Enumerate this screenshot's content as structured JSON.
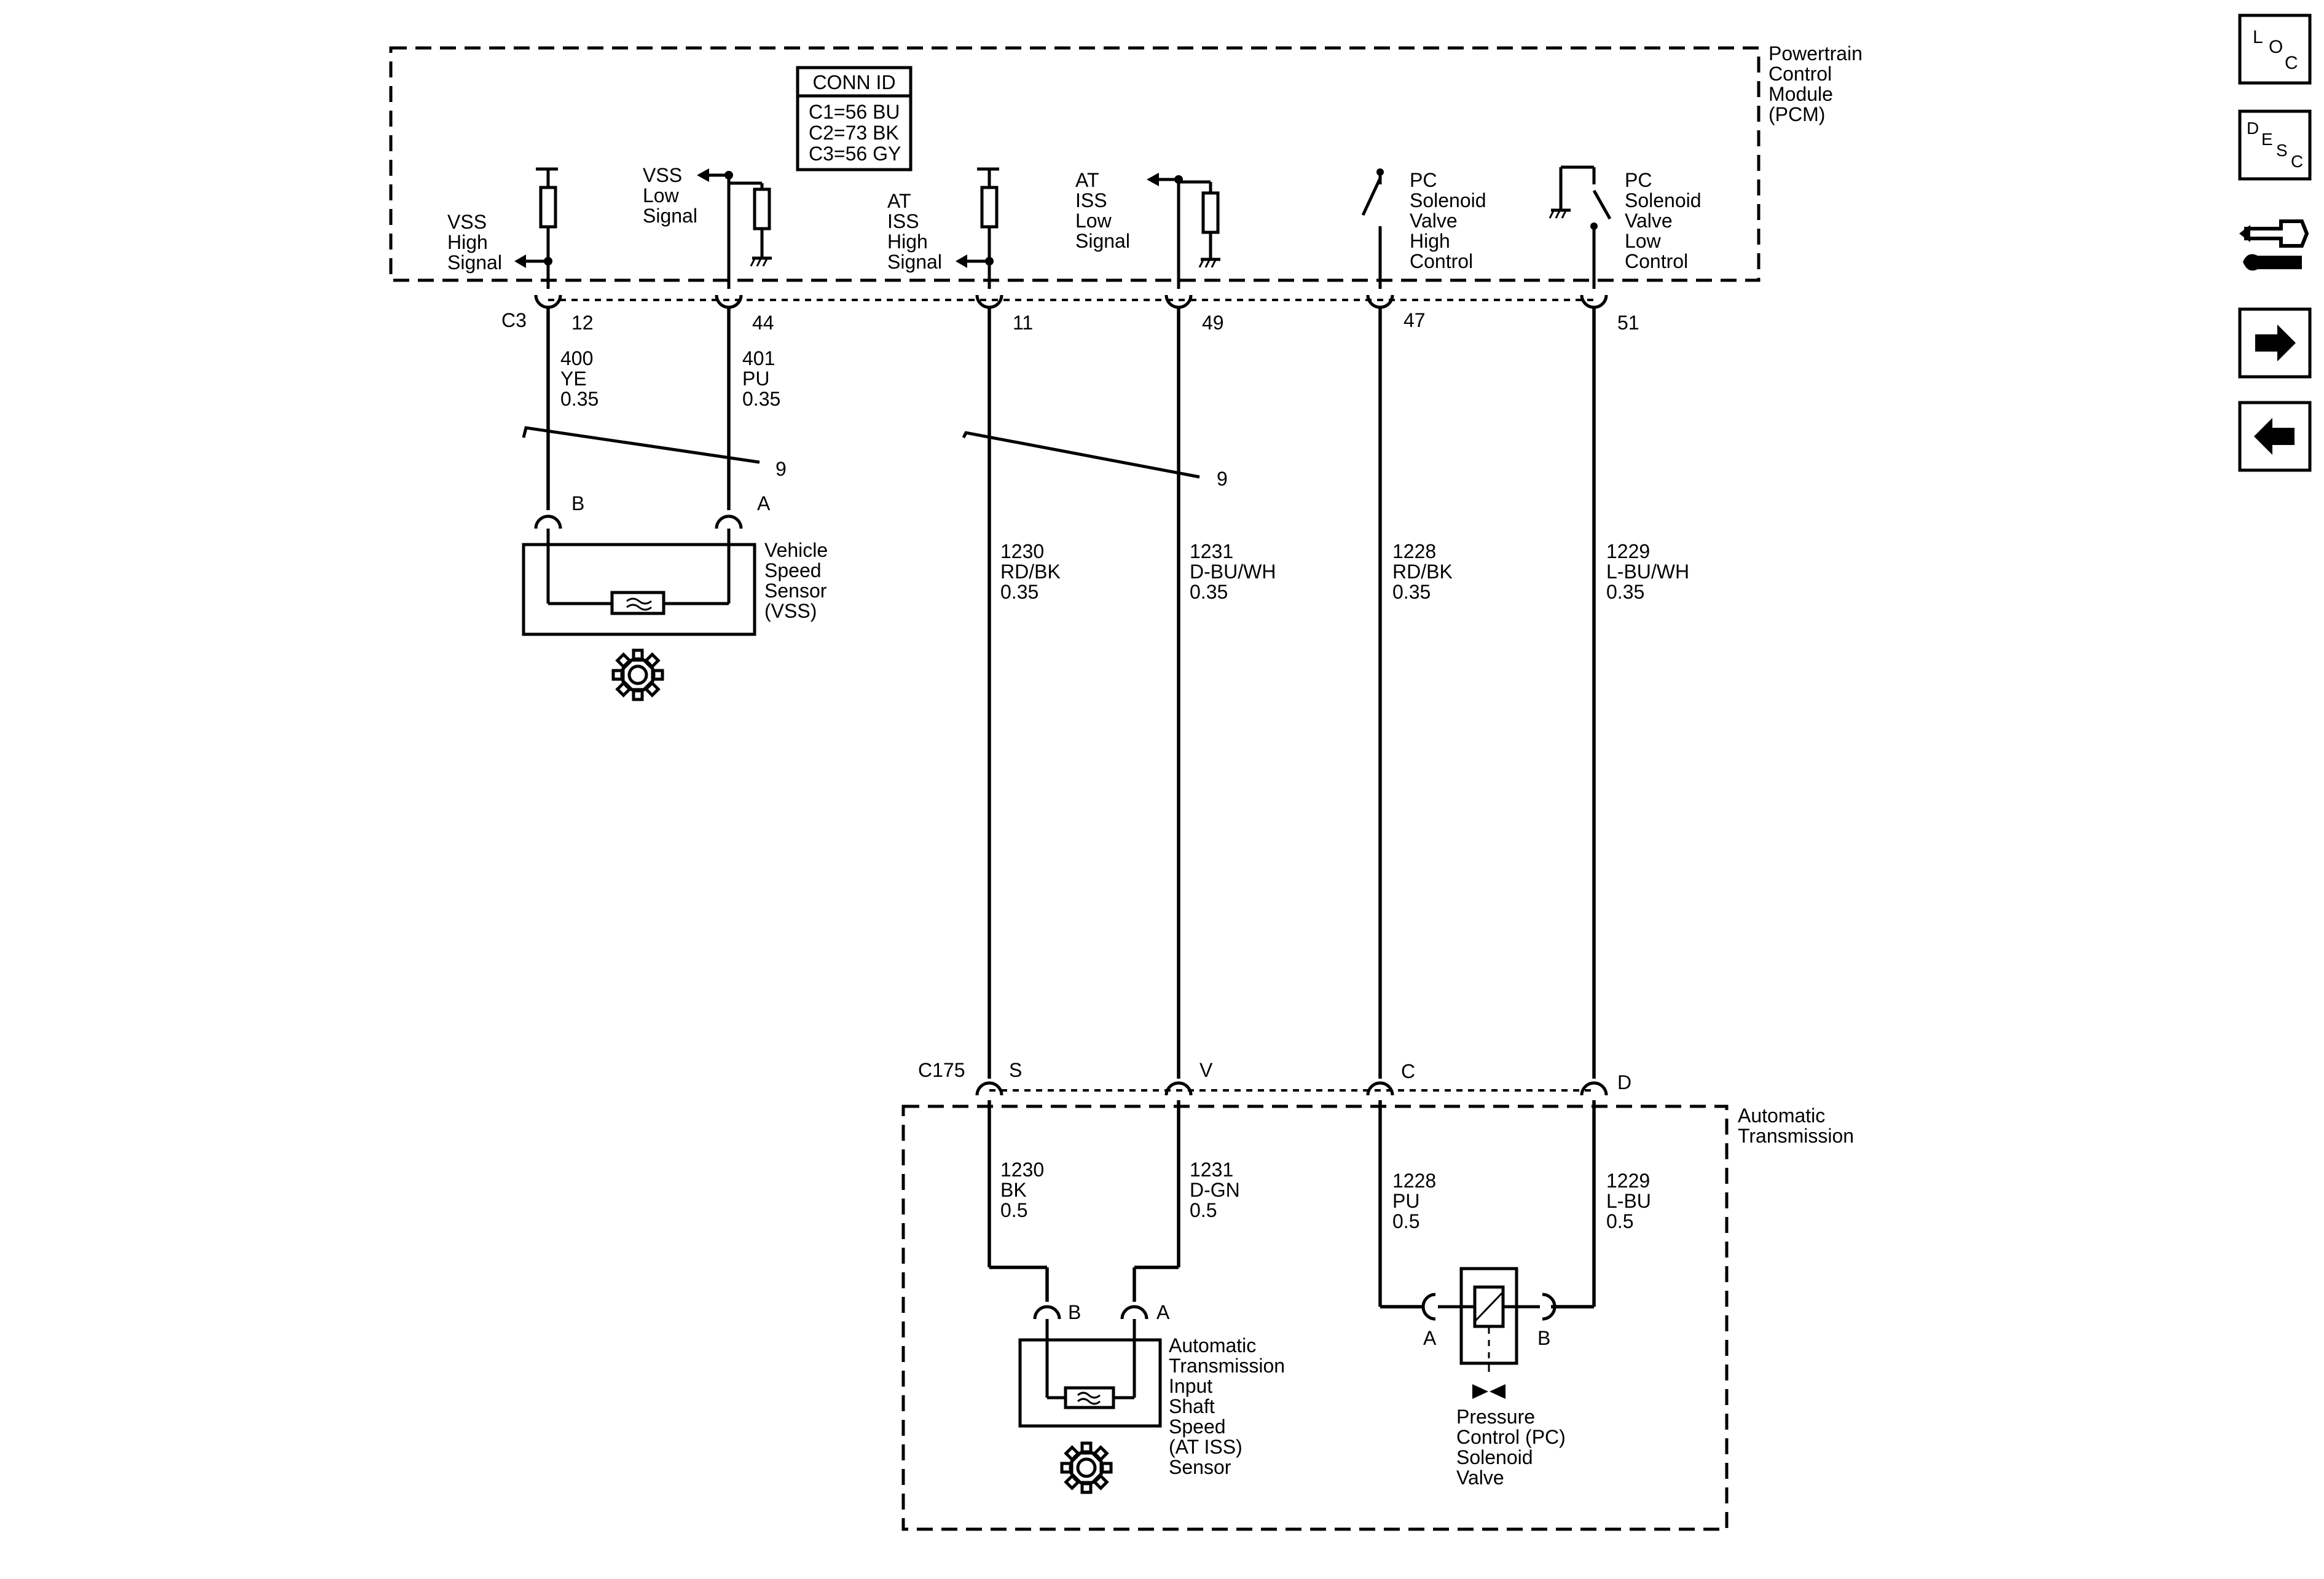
{
  "pcm": {
    "title_lines": [
      "Powertrain",
      "Control",
      "Module",
      "(PCM)"
    ],
    "conn_id": {
      "header": "CONN ID",
      "rows": [
        "C1=56 BU",
        "C2=73 BK",
        "C3=56 GY"
      ]
    },
    "circuits": {
      "vss_high": [
        "VSS",
        "High",
        "Signal"
      ],
      "vss_low": [
        "VSS",
        "Low",
        "Signal"
      ],
      "iss_high": [
        "AT",
        "ISS",
        "High",
        "Signal"
      ],
      "iss_low": [
        "AT",
        "ISS",
        "Low",
        "Signal"
      ],
      "pc_high": [
        "PC",
        "Solenoid",
        "Valve",
        "High",
        "Control"
      ],
      "pc_low": [
        "PC",
        "Solenoid",
        "Valve",
        "Low",
        "Control"
      ]
    },
    "connector": "C3",
    "pins": [
      "12",
      "44",
      "11",
      "49",
      "47",
      "51"
    ]
  },
  "wires_upper": [
    [
      "400",
      "YE",
      "0.35"
    ],
    [
      "401",
      "PU",
      "0.35"
    ],
    [
      "1230",
      "RD/BK",
      "0.35"
    ],
    [
      "1231",
      "D-BU/WH",
      "0.35"
    ],
    [
      "1228",
      "RD/BK",
      "0.35"
    ],
    [
      "1229",
      "L-BU/WH",
      "0.35"
    ]
  ],
  "twist_labels": [
    "9",
    "9"
  ],
  "vss": {
    "pins": [
      "B",
      "A"
    ],
    "name_lines": [
      "Vehicle",
      "Speed",
      "Sensor",
      "(VSS)"
    ]
  },
  "inline_connector": {
    "name": "C175",
    "pins": [
      "S",
      "V",
      "C",
      "D"
    ]
  },
  "transmission": {
    "title_lines": [
      "Automatic",
      "Transmission"
    ],
    "wires_lower": [
      [
        "1230",
        "BK",
        "0.5"
      ],
      [
        "1231",
        "D-GN",
        "0.5"
      ],
      [
        "1228",
        "PU",
        "0.5"
      ],
      [
        "1229",
        "L-BU",
        "0.5"
      ]
    ],
    "iss": {
      "pins": [
        "B",
        "A"
      ],
      "name_lines": [
        "Automatic",
        "Transmission",
        "Input",
        "Shaft",
        "Speed",
        "(AT ISS)",
        "Sensor"
      ]
    },
    "pc_solenoid": {
      "pins": [
        "A",
        "B"
      ],
      "name_lines": [
        "Pressure",
        "Control (PC)",
        "Solenoid",
        "Valve"
      ]
    }
  },
  "nav": {
    "loc": [
      "L",
      "O",
      "C"
    ],
    "desc": [
      "D",
      "E",
      "S",
      "C"
    ]
  },
  "colors": {
    "ink": "#000000",
    "background": "#ffffff"
  }
}
